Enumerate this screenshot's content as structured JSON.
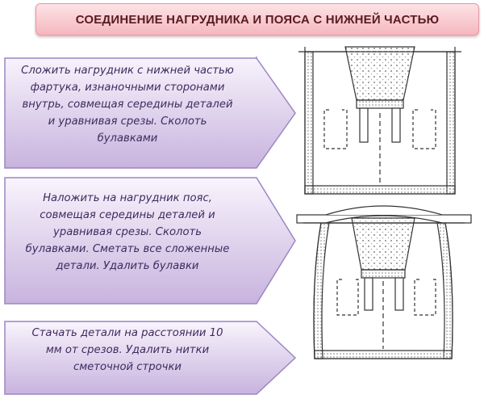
{
  "title": "СОЕДИНЕНИЕ НАГРУДНИКА И ПОЯСА С НИЖНЕЙ ЧАСТЬЮ",
  "steps": [
    {
      "lines": [
        "Сложить нагрудник с нижней частью",
        "фартука, изнаночными сторонами",
        "внутрь, совмещая середины деталей",
        "и уравнивая срезы. Сколоть",
        "булавками"
      ]
    },
    {
      "lines": [
        "Наложить на нагрудник пояс,",
        "совмещая середины деталей и",
        "уравнивая срезы. Сколоть",
        "булавками. Сметать все сложенные",
        "детали. Удалить булавки"
      ]
    },
    {
      "lines": [
        "Стачать детали на расстоянии 10",
        "мм от срезов. Удалить нитки",
        "сметочной строчки"
      ]
    }
  ],
  "colors": {
    "arrow_fill_top": "#f7f3fb",
    "arrow_fill_bottom": "#c9b5de",
    "arrow_stroke": "#9c86c2",
    "text": "#3d2a5e",
    "banner_fill": "#f4b7be",
    "banner_text": "#5b1a22"
  }
}
